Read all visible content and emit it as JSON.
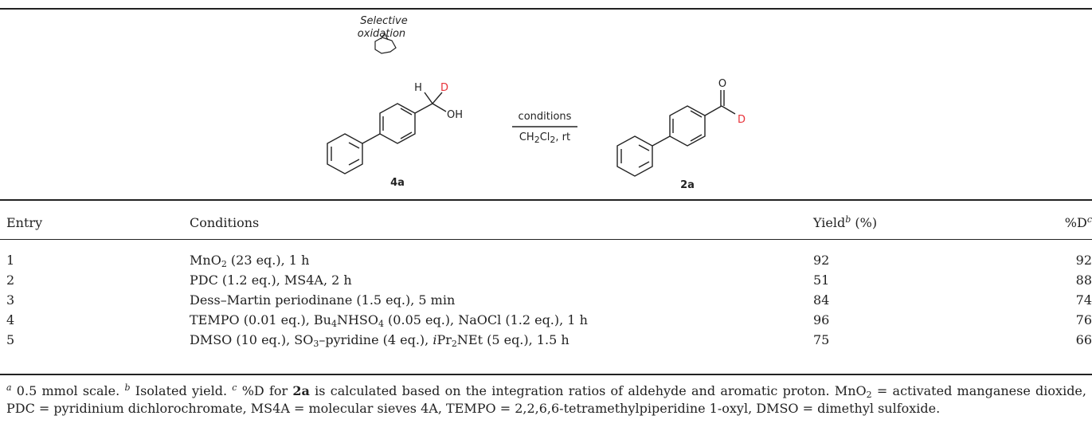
{
  "scheme": {
    "annotation_line1": "Selective",
    "annotation_line2": "oxidation",
    "h_label": "H",
    "d_label_reactant": "D",
    "oh_label": "OH",
    "o_label": "O",
    "d_label_product": "D",
    "reactant_label": "4a",
    "product_label": "2a",
    "conditions_top": "conditions",
    "conditions_bottom_html": "CH<sub>2</sub>Cl<sub>2</sub>, rt",
    "colors": {
      "deuterium": "#e8333a",
      "ink": "#222222"
    }
  },
  "table": {
    "headers": {
      "entry": "Entry",
      "conditions": "Conditions",
      "yield_html": "Yield<sup><i>b</i></sup> (%)",
      "d_html": "%D<sup><i>c</i></sup>"
    },
    "rows": [
      {
        "entry": "1",
        "conditions_html": "MnO<sub>2</sub> (23 eq.), 1 h",
        "yield": "92",
        "d": "92"
      },
      {
        "entry": "2",
        "conditions_html": "PDC (1.2 eq.), MS4A, 2 h",
        "yield": "51",
        "d": "88"
      },
      {
        "entry": "3",
        "conditions_html": "Dess–Martin periodinane (1.5 eq.), 5 min",
        "yield": "84",
        "d": "74"
      },
      {
        "entry": "4",
        "conditions_html": "TEMPO (0.01 eq.), Bu<sub>4</sub>NHSO<sub>4</sub> (0.05 eq.), NaOCl (1.2 eq.), 1 h",
        "yield": "96",
        "d": "76"
      },
      {
        "entry": "5",
        "conditions_html": "DMSO (10 eq.), SO<sub>3</sub>–pyridine (4 eq.), <i>i</i>Pr<sub>2</sub>NEt (5 eq.), 1.5 h",
        "yield": "75",
        "d": "66"
      }
    ]
  },
  "footnote_html": "<sup><i>a</i></sup> 0.5 mmol scale. <sup><i>b</i></sup> Isolated yield. <sup><i>c</i></sup> %D for <b>2a</b> is calculated based on the integration ratios of aldehyde and aromatic proton. MnO<sub>2</sub> = activated manganese dioxide, PDC = pyridinium dichlorochromate, MS4A = molecular sieves 4A, TEMPO = 2,2,6,6-tetramethylpiperidine 1-oxyl, DMSO = dimethyl sulfoxide."
}
